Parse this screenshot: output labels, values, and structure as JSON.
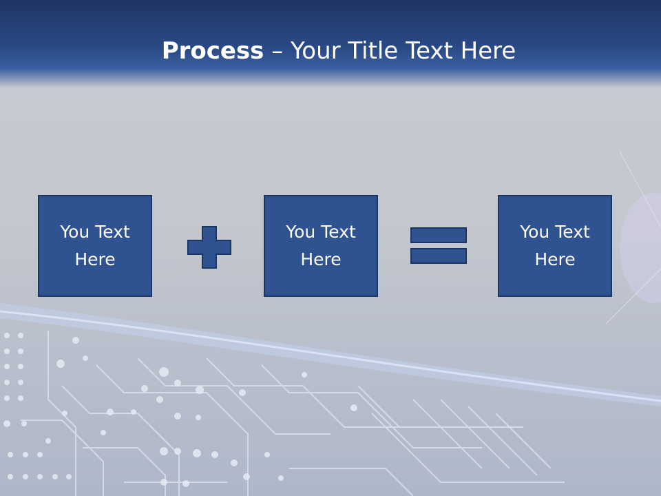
{
  "slide": {
    "title_bold": "Process",
    "title_rest": " – Your Title Text Here",
    "boxes": [
      {
        "line1": "You Text",
        "line2": "Here"
      },
      {
        "line1": "You Text",
        "line2": "Here"
      },
      {
        "line1": "You Text",
        "line2": "Here"
      }
    ],
    "operators": [
      "plus-icon",
      "equals-icon"
    ],
    "colors": {
      "header_dark": "#1f3563",
      "box_fill": "#2f5291",
      "box_border": "#1b3562",
      "background": "#c6c8ce"
    }
  }
}
